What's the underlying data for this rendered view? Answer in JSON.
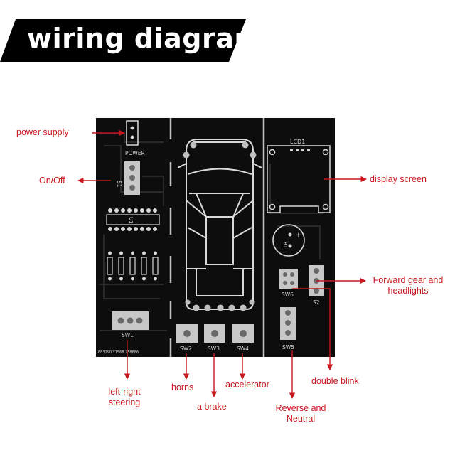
{
  "banner": {
    "title": "wiring diagram"
  },
  "board": {
    "silkscreen": {
      "power": "POWER",
      "s1": "S1",
      "u1": "U1",
      "lcd1": "LCD1",
      "b1": "B1",
      "sw1": "SW1",
      "sw2": "SW2",
      "sw3": "SW3",
      "sw4": "SW4",
      "sw5": "SW5",
      "sw6": "SW6",
      "s2": "S2",
      "serial": "683290.Y1568.258686"
    }
  },
  "callouts": {
    "power_supply": "power supply",
    "on_off": "On/Off",
    "display_screen": "display screen",
    "forward_gear": "Forward gear and",
    "headlights": "headlights",
    "double_blink": "double blink",
    "left_right": "left-right",
    "steering": "steering",
    "horns": "horns",
    "a_brake": "a brake",
    "accelerator": "accelerator",
    "reverse": "Reverse and",
    "neutral": "Neutral"
  },
  "colors": {
    "pcb": "#0d0d0d",
    "silkscreen": "#d9d9d9",
    "callout": "#c8161d",
    "banner": "#000000"
  }
}
